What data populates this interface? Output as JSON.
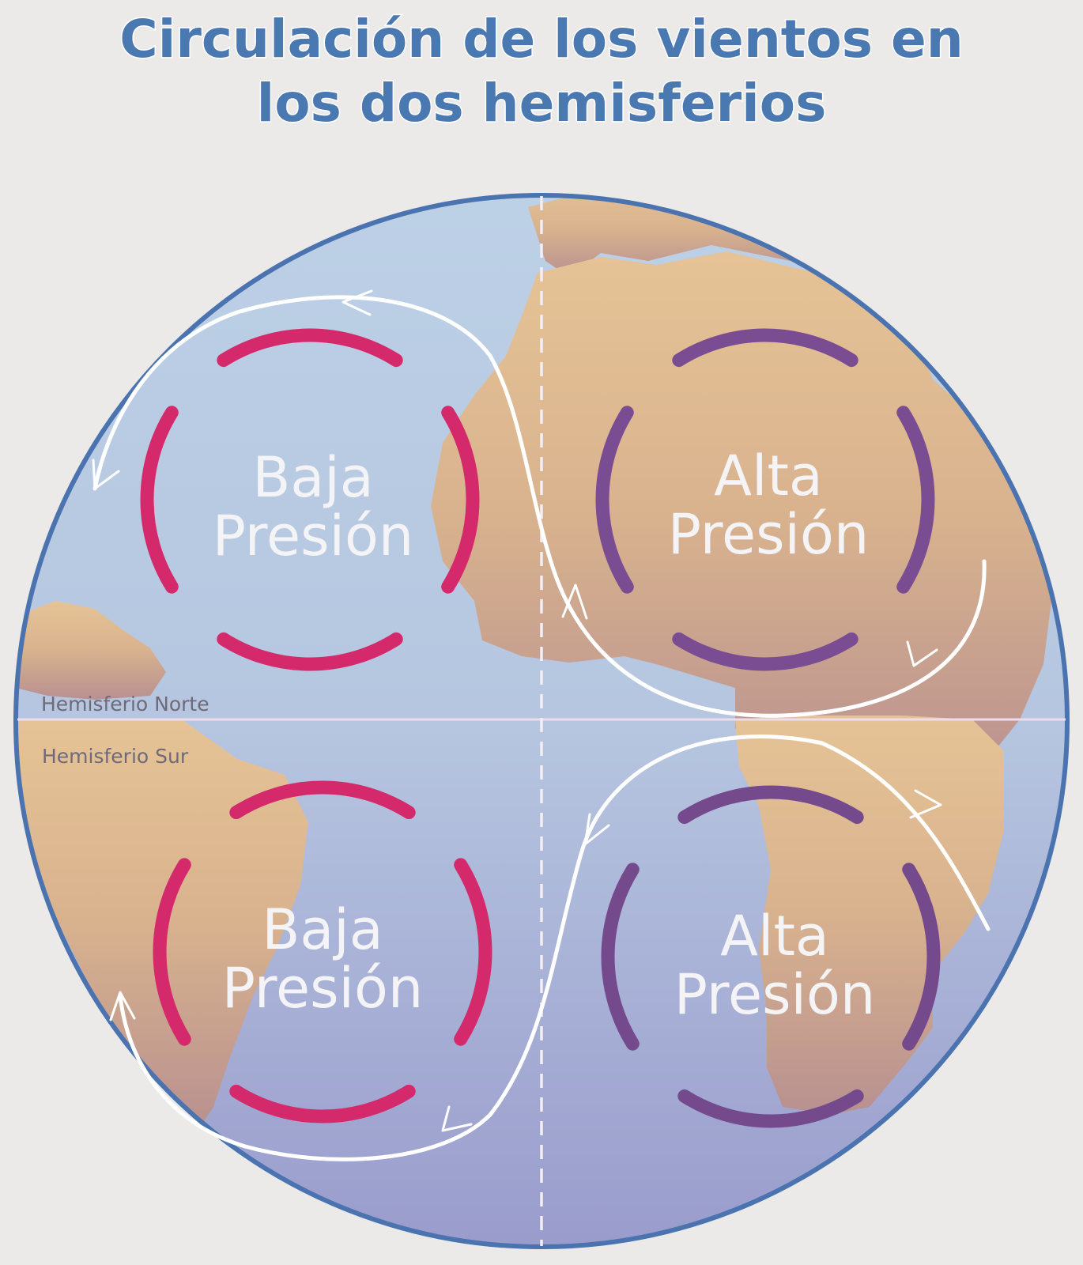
{
  "title": {
    "line1": "Circulación de los vientos en",
    "line2": "los dos hemisferios"
  },
  "hemispheres": {
    "north": "Hemisferio Norte",
    "south": "Hemisferio Sur"
  },
  "zones": [
    {
      "id": "nw",
      "line1": "Baja",
      "line2": "Presión",
      "ring_color": "#d42a6c"
    },
    {
      "id": "ne",
      "line1": "Alta",
      "line2": "Presión",
      "ring_color": "#7a4d92"
    },
    {
      "id": "sw",
      "line1": "Baja",
      "line2": "Presión",
      "ring_color": "#d42a6c"
    },
    {
      "id": "se",
      "line1": "Alta",
      "line2": "Presión",
      "ring_color": "#744a8c"
    }
  ],
  "colors": {
    "background": "#ebeae8",
    "ocean_north": "#bcd0e6",
    "ocean_south": "#9a9ccc",
    "land": "#e2c094",
    "globe_border": "#4a73b0",
    "title": "#4a79b2",
    "wind_arrows": "#ffffff"
  }
}
